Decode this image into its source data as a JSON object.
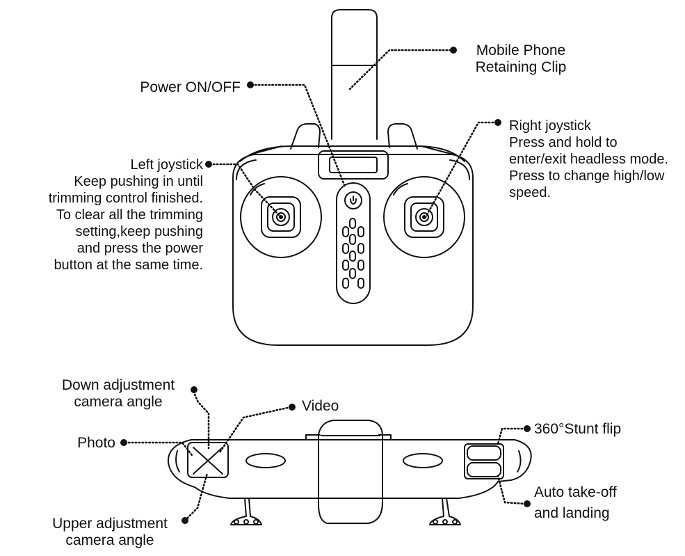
{
  "labels": {
    "mobile_phone_clip": [
      "Mobile Phone",
      "Retaining Clip"
    ],
    "power": "Power ON/OFF",
    "right_joystick": [
      "Right joystick",
      "Press and hold to",
      "enter/exit headless mode.",
      "Press to change high/low",
      "speed."
    ],
    "left_joystick": [
      "Left joystick",
      "Keep pushing in until",
      "trimming control finished.",
      "To clear all the trimming",
      "setting,keep pushing",
      "and press the power",
      "button at the same time."
    ],
    "down_adjust": [
      "Down adjustment",
      "camera angle"
    ],
    "video": "Video",
    "photo": "Photo",
    "upper_adjust": [
      "Upper adjustment",
      "camera angle"
    ],
    "stunt_flip": "360°Stunt flip",
    "auto_takeoff": [
      "Auto take-off",
      "and landing"
    ]
  }
}
